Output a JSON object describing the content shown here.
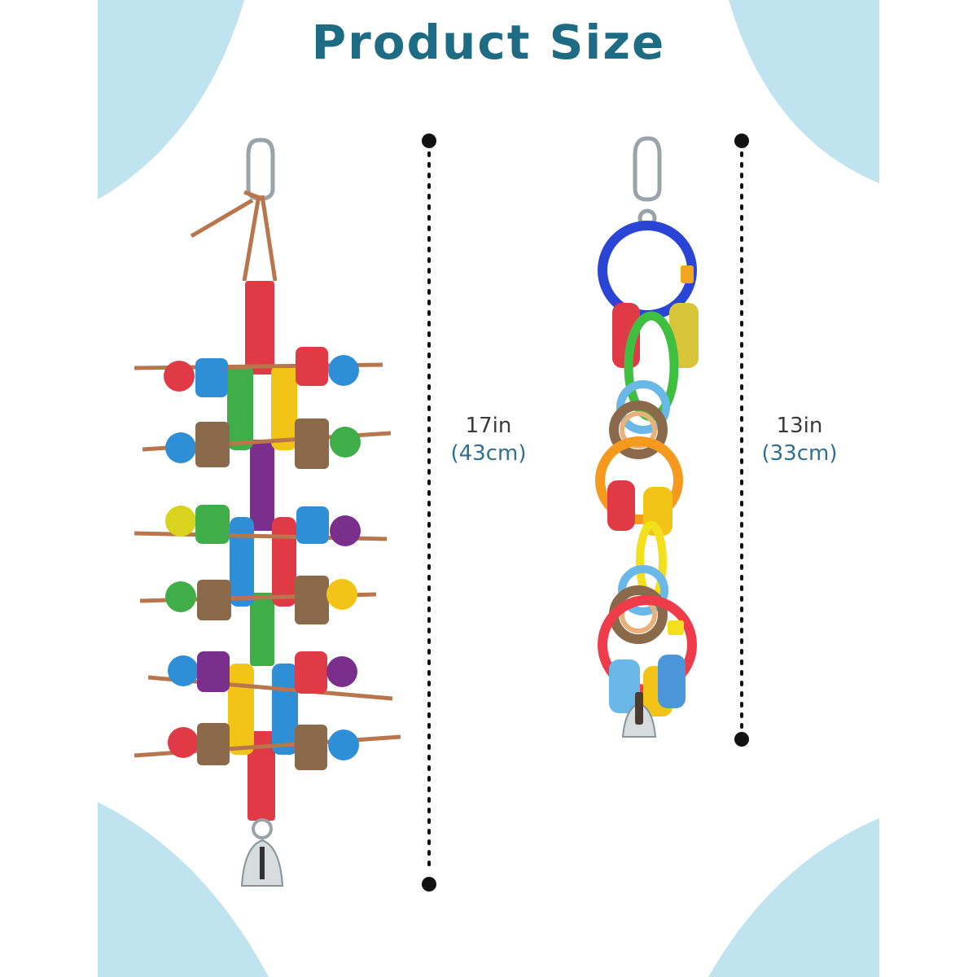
{
  "title": "Product Size",
  "products": [
    {
      "name": "hanging-ladder-toy",
      "length_in": "17in",
      "length_cm": "(43cm)"
    },
    {
      "name": "ring-chain-toy",
      "length_in": "13in",
      "length_cm": "(33cm)"
    }
  ],
  "colors": {
    "title": "#1e6b84",
    "corner_shapes": "#bfe3ef",
    "dim_text": "#3a3a3a",
    "dim_sub_text": "#2f6f8f",
    "red": "#e03a46",
    "blue": "#2f8fd6",
    "green": "#3fae49",
    "yellow": "#f2c418",
    "purple": "#7a2f8c",
    "wood": "#8a6a4a",
    "leather": "#b9764d"
  }
}
